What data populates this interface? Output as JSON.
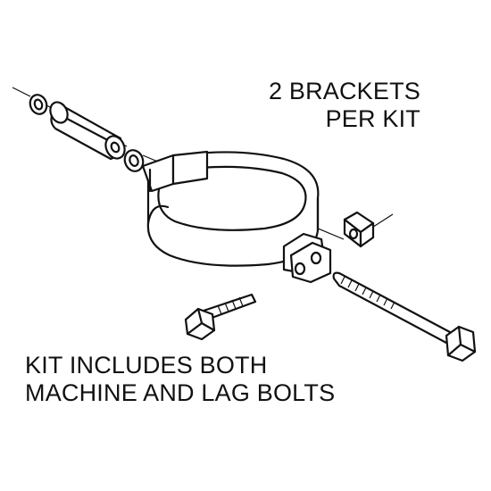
{
  "captions": {
    "top_line1": "2 BRACKETS",
    "top_line2": "PER KIT",
    "bottom_line1": "KIT INCLUDES BOTH",
    "bottom_line2": "MACHINE AND LAG BOLTS"
  },
  "colors": {
    "ink": "#111111",
    "background": "#ffffff"
  }
}
